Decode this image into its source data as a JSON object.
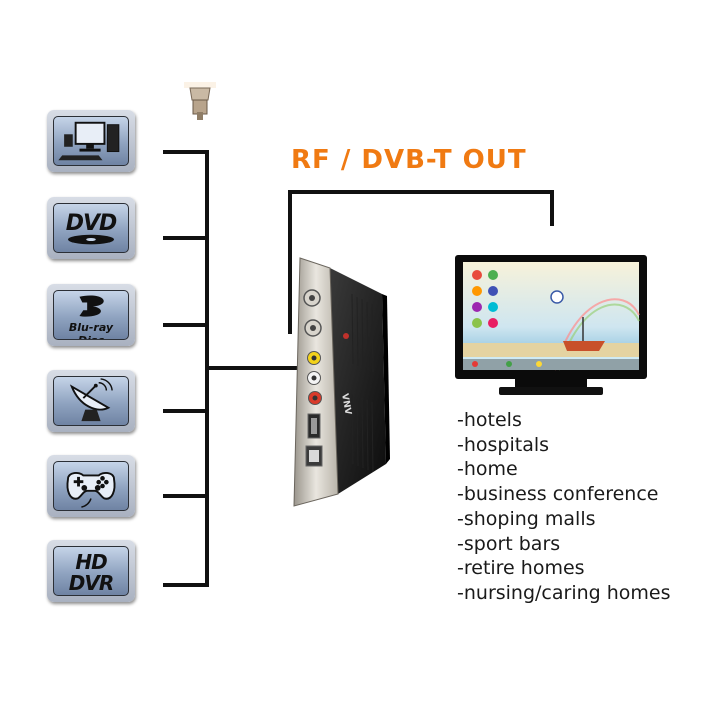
{
  "output_label": "RF / DVB-T OUT",
  "sources": [
    {
      "name": "computer",
      "icon": "computer-icon"
    },
    {
      "name": "dvd",
      "icon": "dvd-logo-icon",
      "text": "DVD"
    },
    {
      "name": "bluray",
      "icon": "bluray-logo-icon",
      "text": "Blu-ray Disc"
    },
    {
      "name": "satellite",
      "icon": "satellite-dish-icon"
    },
    {
      "name": "game-console",
      "icon": "gamepad-icon"
    },
    {
      "name": "hd-dvr",
      "icon": "hd-dvr-icon",
      "text_line1": "HD",
      "text_line2": "DVR"
    }
  ],
  "modulator": {
    "icon": "modulator-box-icon",
    "brand": "VNV"
  },
  "antenna": {
    "icon": "antenna-connector-icon"
  },
  "tv": {
    "icon": "tv-icon"
  },
  "use_cases": [
    "-hotels",
    "-hospitals",
    "-home",
    "-business conference",
    "-shoping malls",
    "-sport bars",
    "-retire homes",
    "-nursing/caring homes"
  ],
  "colors": {
    "accent": "#f07a12",
    "line": "#111111",
    "tile": "#8fa3c0"
  }
}
